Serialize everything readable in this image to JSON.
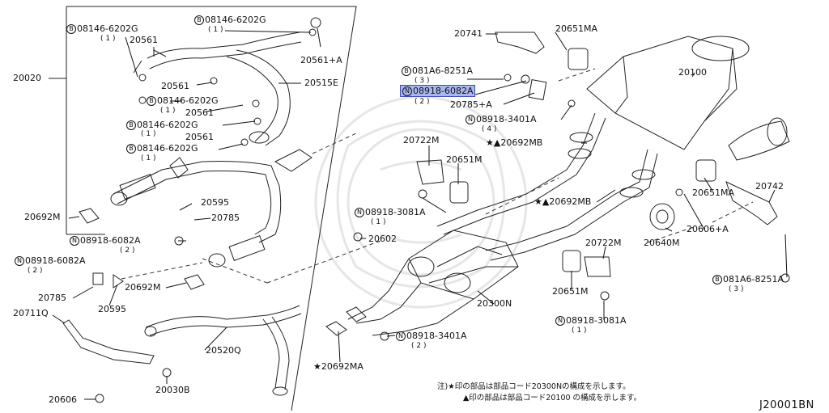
{
  "labels": {
    "p20020": "20020",
    "b08146_6202g_1": "08146-6202G",
    "q_1a": "( 1 )",
    "p20561_1": "20561",
    "b08146_6202g_2": "08146-6202G",
    "q_1b": "( 1 )",
    "p20561a": "20561+A",
    "p20561_2": "20561",
    "p20515e": "20515E",
    "b08146_6202g_3": "08146-6202G",
    "q_1c": "( 1 )",
    "p20561_3": "20561",
    "b08146_6202g_4": "08146-6202G",
    "q_1d": "( 1 )",
    "p20561_4": "20561",
    "b08146_6202g_5": "08146-6202G",
    "q_1e": "( 1 )",
    "p20595_1": "20595",
    "p20785_1": "20785",
    "p20692m_1": "20692M",
    "n08918_6082a_1": "08918-6082A",
    "q_2a": "( 2 )",
    "n08918_6082a_2": "08918-6082A",
    "q_2b": "( 2 )",
    "p20602": "20602",
    "p20692m_2": "20692M",
    "p20785_2": "20785",
    "p20595_2": "20595",
    "p20711q": "20711Q",
    "p20520q": "20520Q",
    "p20606": "20606",
    "p20030b": "20030B",
    "p20741": "20741",
    "p20651ma_1": "20651MA",
    "b081a6_8251a_1": "081A6-8251A",
    "q_3a": "( 3 )",
    "n08918_6082a_hl": "08918-6082A",
    "q_2c": "( 2 )",
    "p20785a": "20785+A",
    "p20100": "20100",
    "n08918_3401a_1": "08918-3401A",
    "q_4": "( 4 )",
    "p20692mb_1": "★▲20692MB",
    "p20722m_1": "20722M",
    "p20651m_1": "20651M",
    "n08918_3081a_1": "08918-3081A",
    "q_1f": "( 1 )",
    "p20692mb_2": "★▲20692MB",
    "p20651ma_2": "20651MA",
    "p20742": "20742",
    "p20606a": "20606+A",
    "p20640m": "20640M",
    "p20722m_2": "20722M",
    "p20651m_2": "20651M",
    "p20300n": "20300N",
    "n08918_3081a_2": "08918-3081A",
    "q_1g": "( 1 )",
    "b081a6_8251a_2": "081A6-8251A",
    "q_3b": "( 3 )",
    "n08918_3401a_2": "08918-3401A",
    "q_2d": "( 2 )",
    "p20692ma": "★20692MA"
  },
  "markers": {
    "bolt": "B",
    "nut": "N"
  },
  "notes": {
    "line1": "注)★印の部品は部品コード20300Nの構成を示します。",
    "line2": "▲印の部品は部品コード20100 の構成を示します。"
  },
  "diagram_code": "J20001BN",
  "colors": {
    "highlight": "#a9b6f0",
    "highlight_border": "#3b4fb5",
    "ink": "#111111"
  }
}
